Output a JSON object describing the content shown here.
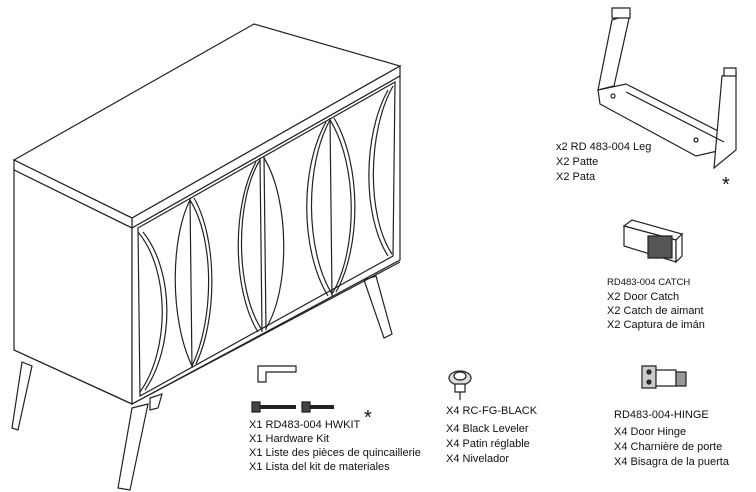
{
  "leg": {
    "lines": [
      "x2 RD 483-004 Leg",
      "X2 Patte",
      "X2 Pata"
    ],
    "marker": "*"
  },
  "catch": {
    "code": "RD483-004 CATCH",
    "lines": [
      "X2 Door Catch",
      "X2 Catch de aimant",
      "X2 Captura de imán"
    ]
  },
  "hardware_kit": {
    "lines": [
      "X1 RD483-004 HWKIT",
      "X1 Hardware Kit",
      "X1 Liste des pièces de quincaillerie",
      "X1 Lista del kit de materiales"
    ],
    "marker": "*"
  },
  "leveler": {
    "code": "X4 RC-FG-BLACK",
    "lines": [
      "X4  Black Leveler",
      "X4  Patin réglable",
      "X4  Nivelador"
    ]
  },
  "hinge": {
    "code": "RD483-004-HINGE",
    "lines": [
      "X4 Door Hinge",
      "X4 Charnière de porte",
      "X4 Bisagra de la puerta"
    ]
  }
}
